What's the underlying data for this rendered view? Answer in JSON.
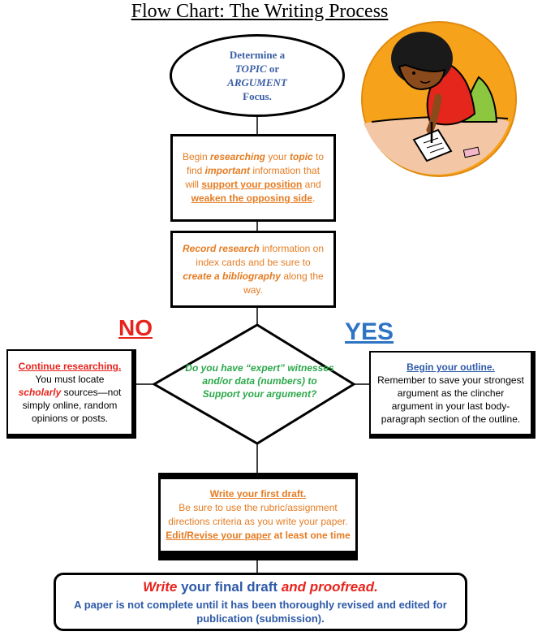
{
  "title": "Flow Chart: The Writing Process",
  "step_topic": {
    "line1": "Determine a",
    "topic": "TOPIC",
    "or": " or",
    "argument": "ARGUMENT",
    "focus": "Focus."
  },
  "step_research": {
    "t1": "Begin ",
    "researching": "researching",
    "t2": " your ",
    "topic": "topic",
    "t3": " to find ",
    "important": "important",
    "t4": " information that will ",
    "support": "support your position",
    "t5": " and ",
    "weaken": "weaken the opposing side",
    "t6": "."
  },
  "step_record": {
    "record": "Record research",
    "t1": " information on index cards and be sure to ",
    "create": "create a bibliography",
    "t2": " along the way."
  },
  "decision": {
    "question": "Do you have “expert” witnesses and/or data (numbers) to Support your argument?",
    "no_label": "NO",
    "yes_label": "YES"
  },
  "no_branch": {
    "heading": "Continue researching.",
    "t1": "You must locate ",
    "scholarly": "scholarly",
    "t2": " sources—not simply online, random opinions or posts."
  },
  "yes_branch": {
    "heading": "Begin your outline.",
    "body": "Remember to save your strongest argument as the clincher argument in your last body-paragraph section of the outline."
  },
  "step_draft": {
    "heading": "Write your first draft.",
    "body": "Be sure to use the rubric/assignment directions criteria as you write your paper.",
    "edit": "Edit/Revise your paper",
    "edit_tail": " at least one time"
  },
  "step_final": {
    "write": "Write",
    "middle": " your final draft ",
    "proofread": " and proofread",
    "dot": ".",
    "body": "A paper is not complete until it has been thoroughly revised and edited for publication (submission)."
  },
  "colors": {
    "orange": "#e57c22",
    "blue": "#2e5aa8",
    "red": "#e8231c",
    "green": "#2ba84a",
    "circle_orange": "#f7a21b"
  }
}
